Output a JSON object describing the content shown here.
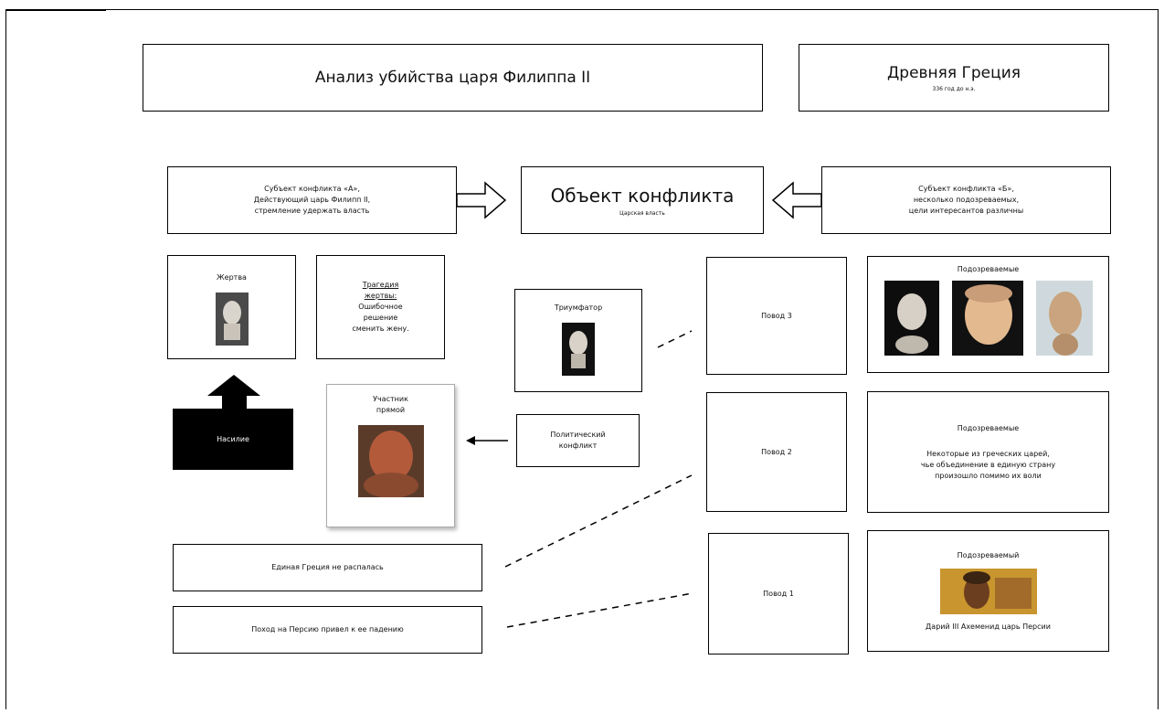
{
  "header": {
    "title": "Анализ убийства царя Филиппа II",
    "region": "Древняя Греция",
    "date": "336 год до н.э."
  },
  "object": {
    "title": "Объект конфликта",
    "subtitle": "Царская власть"
  },
  "subject_a": {
    "line1": "Субъект конфликта «А»,",
    "line2": "Действующий царь Филипп II,",
    "line3": "стремление удержать власть"
  },
  "subject_b": {
    "line1": "Субъект конфликта «Б»,",
    "line2": "несколько подозреваемых,",
    "line3": "цели интересантов различны"
  },
  "victim": {
    "label": "Жертва"
  },
  "tragedy": {
    "title_1": "Трагедия",
    "title_2": "жертвы:",
    "line1": "Ошибочное",
    "line2": "решение",
    "line3": "сменить жену."
  },
  "violence": {
    "label": "Насилие"
  },
  "participant": {
    "line1": "Участник",
    "line2": "прямой"
  },
  "triumph": {
    "label": "Триумфатор"
  },
  "political": {
    "line1": "Политический",
    "line2": "конфликт"
  },
  "motives": {
    "m3": "Повод 3",
    "m2": "Повод 2",
    "m1": "Повод 1"
  },
  "suspects_3": {
    "title": "Подозреваемые"
  },
  "suspects_2": {
    "title": "Подозреваемые",
    "line1": "Некоторые из греческих царей,",
    "line2": "чье объединение в единую страну",
    "line3": "произошло помимо их воли"
  },
  "suspect_1": {
    "title": "Подозреваемый",
    "caption": "Дарий III Ахеменид царь Персии"
  },
  "outcome_1": {
    "label": "Единая Греция не распалась"
  },
  "outcome_2": {
    "label": "Поход на Персию привел к ее падению"
  },
  "colors": {
    "violence_bg": "#000000",
    "portrait_marble": "#d9d4cc",
    "portrait_bronze": "#b35a3b"
  }
}
